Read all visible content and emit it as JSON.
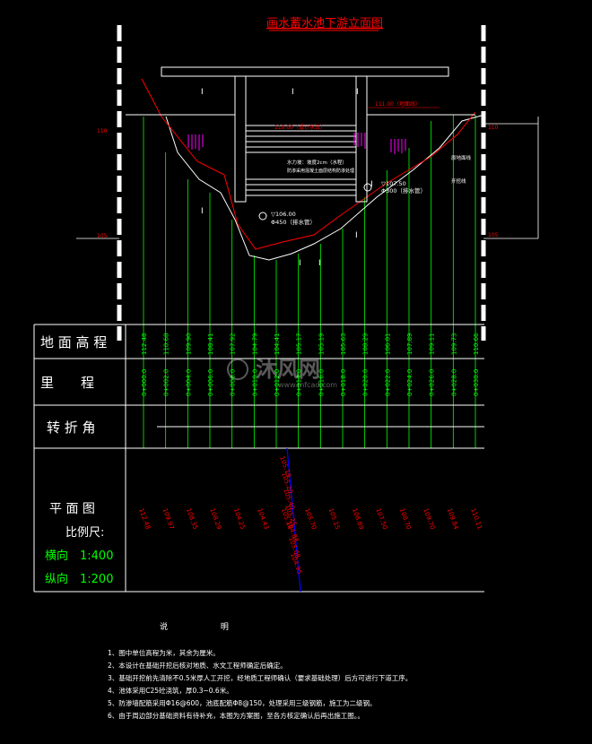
{
  "title": "画水蓄水池下游立面图",
  "section_marks": [
    "I",
    "I",
    "I",
    "I",
    "I",
    "I",
    "I",
    "I"
  ],
  "labels": {
    "ground_line": "111.00（地面线）",
    "design_level": "110.00（设计水位）",
    "right_note_1": "原地面线",
    "right_note_2": "开挖线",
    "center_note_1": "水力坡：坡度2cm（水程）",
    "center_note_2": "防渗采用混凝土面层结构防渗处理",
    "pipe1_level": "▽107.50",
    "pipe1_size": "Φ300（排水管）",
    "pipe2_level": "▽106.00",
    "pipe2_size": "Φ450（排水管）",
    "left_elev_top": "110",
    "left_elev_bottom": "105",
    "right_elev_top": "110",
    "right_elev_bottom": "105"
  },
  "table": {
    "row_labels": [
      "地 面 高 程",
      "里　　程",
      "转 折 角"
    ],
    "plan_label": "平 面 图",
    "scale_label": "比例尺:",
    "scale_h": "横向　1:400",
    "scale_v": "纵向　1:200",
    "elevations": [
      "112.48",
      "110.68",
      "109.90",
      "108.41",
      "107.92",
      "104.79",
      "104.41",
      "105.17",
      "105.19",
      "105.63",
      "108.29",
      "106.01",
      "107.89",
      "109.11",
      "109.73",
      "110.66"
    ],
    "chainages": [
      "0+000.0",
      "0+002.0",
      "0+004.0",
      "0+006.0",
      "0+008.0",
      "0+010.0",
      "0+012.0",
      "0+014.0",
      "0+016.0",
      "0+018.0",
      "0+020.0",
      "0+022.0",
      "0+024.0",
      "0+026.0",
      "0+028.0",
      "0+030.0"
    ],
    "plan_values": [
      "112.48",
      "109.97",
      "108.35",
      "108.29",
      "104.25",
      "104.43",
      "105.18",
      "105.70",
      "105.15",
      "106.89",
      "107.50",
      "108.70",
      "109.70",
      "109.84",
      "110.11"
    ],
    "plan_center_values": [
      "105.19",
      "105.20",
      "105.40",
      "105.25",
      "104.88",
      "105.08",
      "104.95"
    ]
  },
  "watermark": {
    "brand": "沐风网",
    "url": "www.mfcad.com"
  },
  "notes_title": "说 明",
  "notes": [
    "1、图中单位高程为米，其余为厘米。",
    "2、本设计在基础开挖后核对地质、水文工程师确定后确定。",
    "3、基础开挖前先清除不0.5米厚人工开挖，经地质工程师确认（要求基础处理）后方可进行下道工序。",
    "4、池体采用C25砼浇筑，厚0.3~0.6米。",
    "5、防渗墙配筋采用Φ16@600，池底配筋Φ8@150，处理采用三级钢筋，施工为二级钢。",
    "6、由于周边部分基础资料有待补充，本图为方案图，至各方核定确认后再出施工图。。"
  ],
  "colors": {
    "bg": "#000000",
    "green": "#00ff00",
    "red": "#ff0000",
    "white": "#ffffff",
    "magenta": "#ff00ff",
    "blue": "#0000ff"
  }
}
